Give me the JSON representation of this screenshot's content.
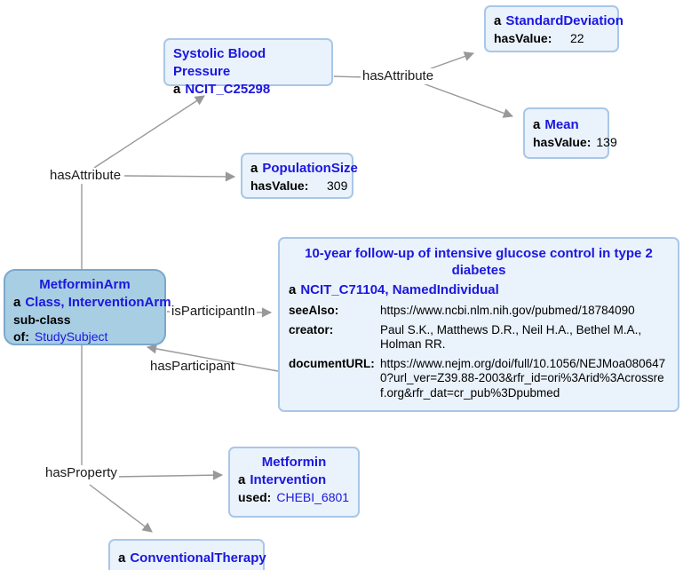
{
  "diagram": {
    "description": "Ontology instance graph for a clinical study arm",
    "colors": {
      "node_fill": "#EAF2FB",
      "node_border": "#A9C7E8",
      "focus_node_fill": "#A8CEE3",
      "focus_node_border": "#7BA7CB",
      "term_blue": "#1B17DF",
      "edge_gray": "#999999"
    }
  },
  "nodes": {
    "systolic": {
      "title": "Systolic Blood Pressure",
      "prefix": "a",
      "type": "NCIT_C25298"
    },
    "standard_deviation": {
      "prefix": "a",
      "type": "StandardDeviation",
      "value_label": "hasValue:",
      "value": "22"
    },
    "mean": {
      "prefix": "a",
      "type": "Mean",
      "value_label": "hasValue:",
      "value": "139"
    },
    "population_size": {
      "prefix": "a",
      "type": "PopulationSize",
      "value_label": "hasValue:",
      "value": "309"
    },
    "metformin_arm": {
      "title": "MetforminArm",
      "prefix": "a",
      "type": "Class, InterventionArm",
      "subclass_label": "sub-class of:",
      "subclass_value": "StudySubject"
    },
    "study": {
      "title": "10-year follow-up of intensive glucose control in type 2 diabetes",
      "prefix": "a",
      "type": "NCIT_C71104, NamedIndividual",
      "rows": [
        {
          "label": "seeAlso:",
          "value": "https://www.ncbi.nlm.nih.gov/pubmed/18784090"
        },
        {
          "label": "creator:",
          "value": "Paul S.K., Matthews D.R., Neil H.A., Bethel M.A., Holman RR."
        },
        {
          "label": "documentURL:",
          "value": "https://www.nejm.org/doi/full/10.1056/NEJMoa0806470?url_ver=Z39.88-2003&rfr_id=ori%3Arid%3Acrossref.org&rfr_dat=cr_pub%3Dpubmed"
        }
      ]
    },
    "metformin": {
      "title": "Metformin",
      "prefix": "a",
      "type": "Intervention",
      "used_label": "used:",
      "used_value": "CHEBI_6801"
    },
    "conventional_therapy": {
      "prefix": "a",
      "type": "ConventionalTherapy"
    }
  },
  "edges": {
    "hasattribute_top": "hasAttribute",
    "hasattribute_left": "hasAttribute",
    "isparticipantin": "isParticipantIn",
    "hasparticipant": "hasParticipant",
    "hasproperty": "hasProperty"
  }
}
